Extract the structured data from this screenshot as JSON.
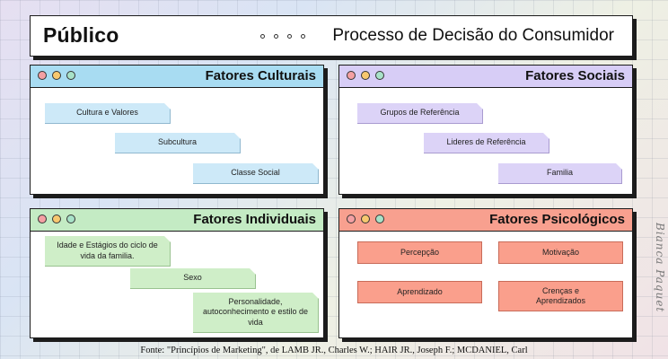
{
  "header": {
    "title": "Público",
    "subtitle": "Processo de Decisão do Consumidor"
  },
  "panels": {
    "cultural": {
      "title": "Fatores Culturais",
      "items": [
        "Cultura e Valores",
        "Subcultura",
        "Classe Social"
      ]
    },
    "social": {
      "title": "Fatores Sociais",
      "items": [
        "Grupos de Referência",
        "Lideres de Referência",
        "Familia"
      ]
    },
    "individual": {
      "title": "Fatores Individuais",
      "items": [
        "Idade e Estágios do ciclo de vida da familia.",
        "Sexo",
        "Personalidade, autoconhecimento e estilo de vida"
      ]
    },
    "psychological": {
      "title": "Fatores Psicológicos",
      "items": [
        "Percepção",
        "Motivação",
        "Aprendizado",
        "Crenças e Aprendizados"
      ]
    }
  },
  "signature": "Bianca Paquet",
  "source": "Fonte: \"Princípios de Marketing\", de LAMB JR., Charles W.; HAIR JR., Joseph F.; MCDANIEL, Carl",
  "colors": {
    "cultural": "#a8dcf2",
    "social": "#d7cdf6",
    "individual": "#c4ebc4",
    "psychological": "#f8a08f",
    "outline": "#1c1c1c"
  }
}
